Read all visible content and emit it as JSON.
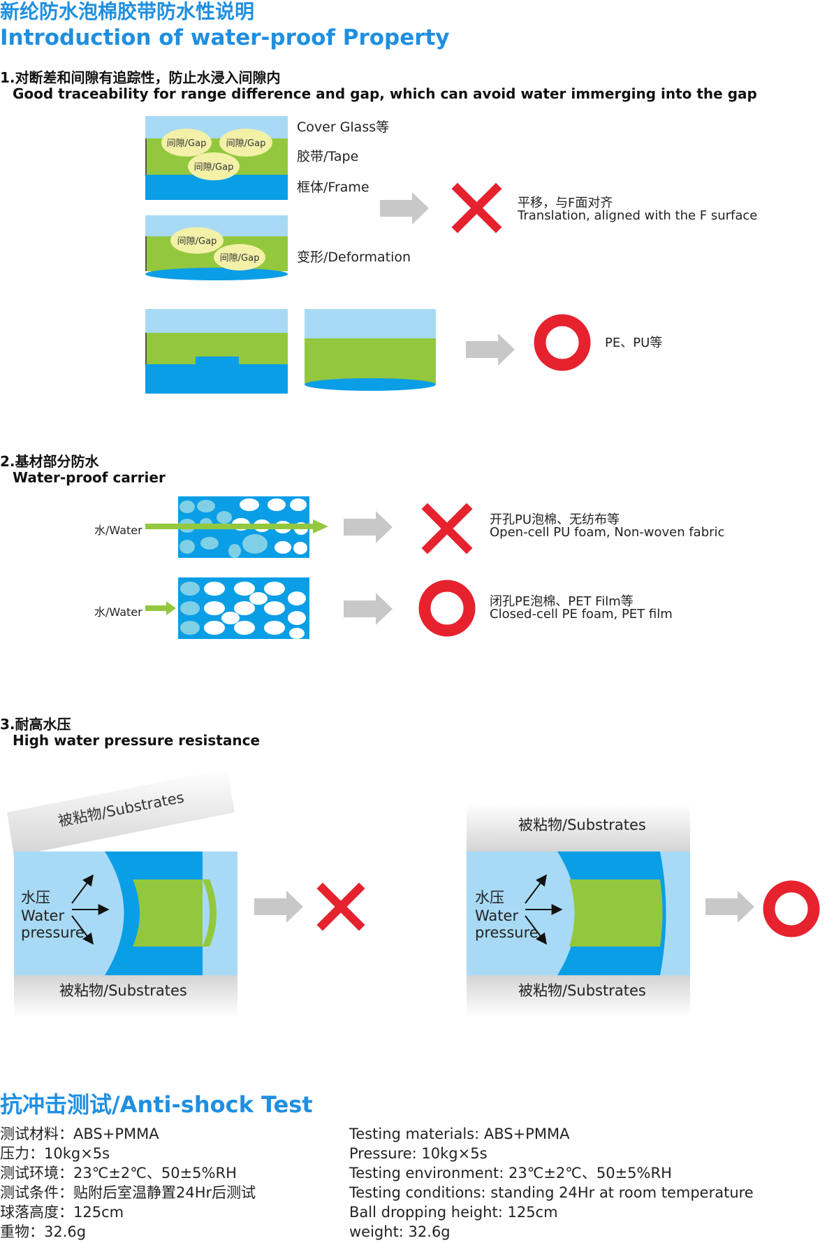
{
  "header": {
    "title_cn": "新纶防水泡棉胶带防水性说明",
    "title_en": "Introduction of water-proof Property"
  },
  "section1": {
    "heading_cn": "1.对断差和间隙有追踪性，防止水浸入间隙内",
    "heading_en": "Good traceability for range difference and gap, which can avoid water immerging into the gap",
    "gap_label": "间隙/Gap",
    "layer_cover": "Cover Glass等",
    "layer_tape": "胶带/Tape",
    "layer_frame": "框体/Frame",
    "deformation": "变形/Deformation",
    "fail_note_cn": "平移，与F面对齐",
    "fail_note_en": "Translation, aligned with the F surface",
    "pass_note": "PE、PU等"
  },
  "section2": {
    "heading_cn": "2.基材部分防水",
    "heading_en": "Water-proof carrier",
    "water_label": "水/Water",
    "fail_note_cn": "开孔PU泡棉、无纺布等",
    "fail_note_en": "Open-cell PU foam, Non-woven fabric",
    "pass_note_cn": "闭孔PE泡棉、PET Film等",
    "pass_note_en": "Closed-cell PE foam, PET film"
  },
  "section3": {
    "heading_cn": "3.耐高水压",
    "heading_en": "High water pressure resistance",
    "substrate_label": "被粘物/Substrates",
    "pressure_cn": "水压",
    "pressure_en_1": "Water",
    "pressure_en_2": "pressure"
  },
  "shock": {
    "title": "抗冲击测试/Anti-shock Test",
    "specs_cn": [
      "测试材料：ABS+PMMA",
      "压力：10kg×5s",
      "测试环境：23℃±2℃、50±5%RH",
      "测试条件：贴附后室温静置24Hr后测试",
      "球落高度：125cm",
      "重物：32.6g"
    ],
    "specs_en": [
      "Testing materials: ABS+PMMA",
      "Pressure: 10kg×5s",
      "Testing environment: 23℃±2℃、50±5%RH",
      "Testing conditions: standing 24Hr at room temperature",
      "Ball dropping height: 125cm",
      "weight: 32.6g"
    ]
  },
  "colors": {
    "accent": "#1f8fe0",
    "light_blue": "#a8daf5",
    "blue": "#0a9ee6",
    "green": "#93c83e",
    "red": "#e5222e",
    "gray_arrow": "#c8c8c8",
    "gap_fill": "#f3f1a8"
  },
  "icons": {
    "fail": "red-x-icon",
    "pass": "red-circle-icon",
    "arrow": "gray-arrow-icon"
  }
}
